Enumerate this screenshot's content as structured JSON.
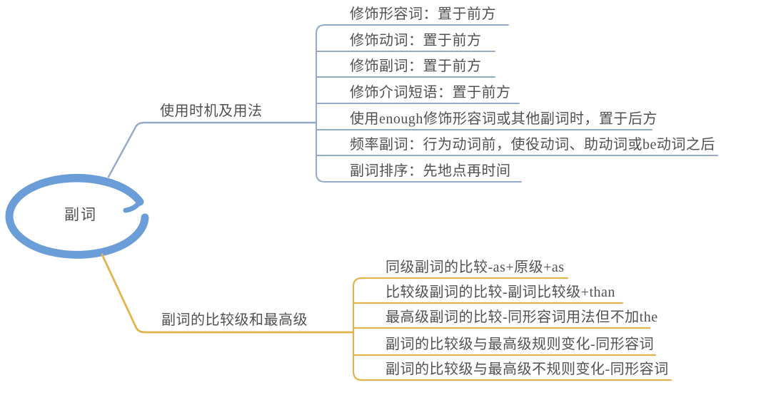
{
  "diagram": {
    "type": "mindmap",
    "root": {
      "label": "副词",
      "circle_color": "#6b9ed8"
    },
    "branches": [
      {
        "label": "使用时机及用法",
        "line_color": "#94aac7",
        "children": [
          "修饰形容词：置于前方",
          "修饰动词：置于前方",
          "修饰副词：置于前方",
          "修饰介词短语：置于前方",
          "使用enough修饰形容词或其他副词时，置于后方",
          "频率副词：行为动词前，使役动词、助动词或be动词之后",
          "副词排序：先地点再时间"
        ]
      },
      {
        "label": "副词的比较级和最高级",
        "line_color": "#e2b44e",
        "children": [
          "同级副词的比较-as+原级+as",
          "比较级副词的比较-副词比较级+than",
          "最高级副词的比较-同形容词用法但不加the",
          "副词的比较级与最高级规则变化-同形容词",
          "副词的比较级与最高级不规则变化-同形容词"
        ]
      }
    ],
    "text_color": "#515151",
    "background_color": "#ffffff"
  }
}
